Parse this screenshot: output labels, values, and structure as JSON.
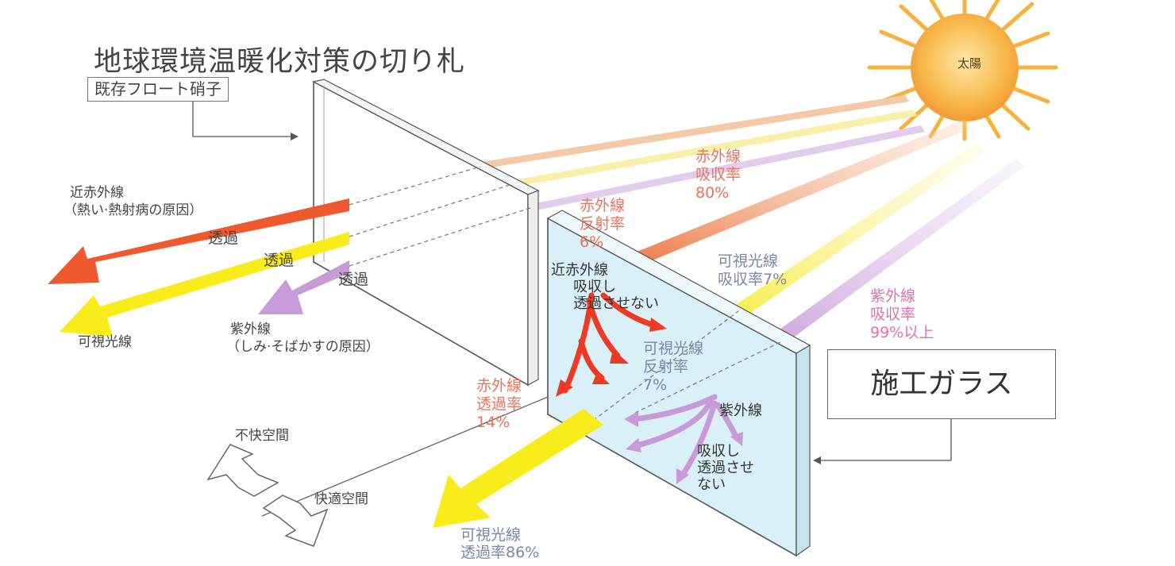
{
  "title": "地球環境温暖化対策の切り札",
  "float_glass_label": "既存フロート硝子",
  "treated_glass_label": "施工ガラス",
  "sun_label": "太陽",
  "left_side": {
    "near_ir": "近赤外線",
    "near_ir_note": "（熱い·熱射病の原因）",
    "transmit_1": "透過",
    "transmit_2": "透過",
    "transmit_3": "透過",
    "visible": "可視光線",
    "uv": "紫外線",
    "uv_note": "（しみ·そばかすの原因）"
  },
  "treated_side": {
    "ir_absorb": [
      "赤外線",
      "吸収率",
      "80%"
    ],
    "ir_reflect": [
      "赤外線",
      "反射率",
      "6%"
    ],
    "near_ir_absorb": [
      "近赤外線",
      "吸収し",
      "透過させない"
    ],
    "visible_absorb": [
      "可視光線",
      "吸収率7%"
    ],
    "uv_absorb": [
      "紫外線",
      "吸収率",
      "99%以上"
    ],
    "visible_reflect": [
      "可視光線",
      "反射率",
      "7%"
    ],
    "ir_transmit": [
      "赤外線",
      "透過率",
      "14%"
    ],
    "uv_label": "紫外線",
    "uv_block": [
      "吸収し",
      "透過させ",
      "ない"
    ],
    "visible_transmit": [
      "可視光線",
      "透過率86%"
    ]
  },
  "space": {
    "uncomfortable": "不快空間",
    "comfortable": "快適空間"
  },
  "colors": {
    "orange": "#e8745a",
    "red_arrow": "#ee4a2a",
    "yellow": "#f5ec2a",
    "purple": "#c9a0dc",
    "glass_tint": "#d9f0f8",
    "blue_text": "#7a88a8",
    "pink_text": "#e070b0",
    "sun": "#f8b84a"
  }
}
